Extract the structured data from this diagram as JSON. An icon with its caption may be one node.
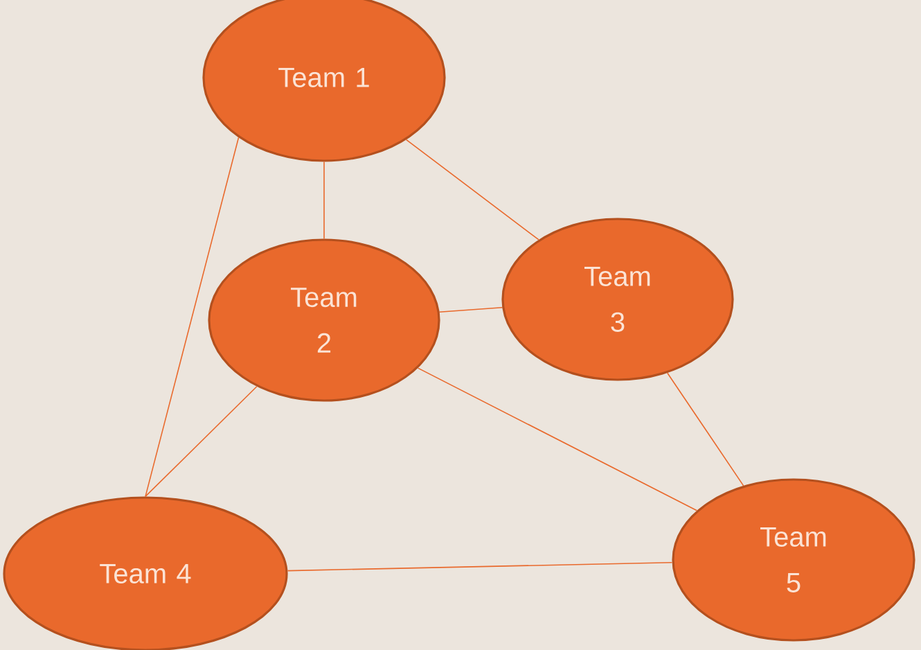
{
  "diagram": {
    "nodes": [
      {
        "text": [
          "Team 1"
        ]
      },
      {
        "text": [
          "Team 2"
        ]
      },
      {
        "text": [
          "Team 3"
        ]
      },
      {
        "text": [
          "Team 4"
        ]
      },
      {
        "text": [
          "Team 5"
        ]
      }
    ],
    "edges": [
      {
        "from": 0,
        "to": 1,
        "arrow": "none"
      },
      {
        "from": 0,
        "to": 2,
        "arrow": "none"
      },
      {
        "from": 0,
        "to": 3,
        "arrow": "none"
      },
      {
        "from": 1,
        "to": 2,
        "arrow": "none"
      },
      {
        "from": 1,
        "to": 3,
        "arrow": "none"
      },
      {
        "from": 1,
        "to": 4,
        "arrow": "none"
      },
      {
        "from": 2,
        "to": 4,
        "arrow": "none"
      },
      {
        "from": 3,
        "to": 4,
        "arrow": "none"
      }
    ]
  }
}
